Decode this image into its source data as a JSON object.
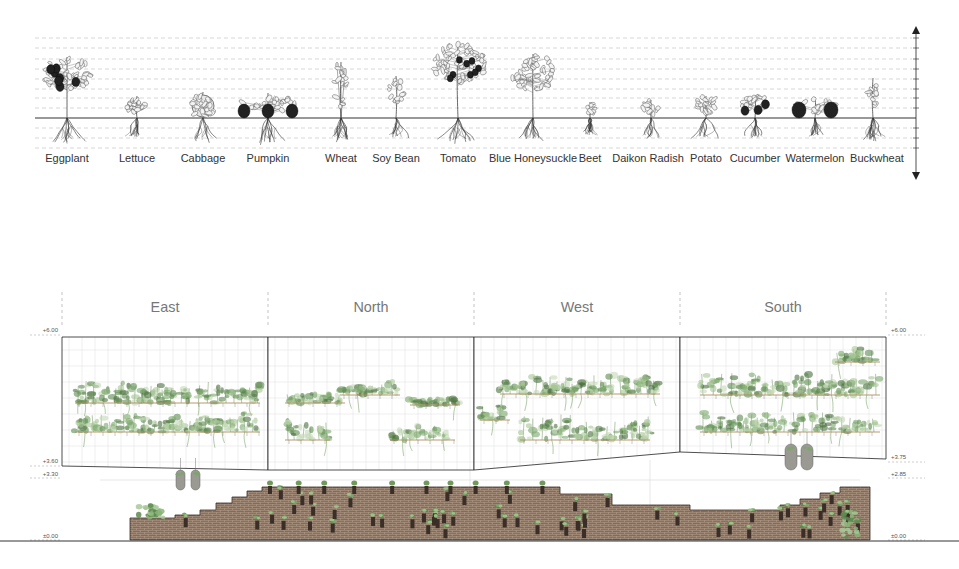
{
  "diagram": {
    "nodes": [
      {
        "text": [
          "East"
        ]
      },
      {
        "text": [
          "North"
        ]
      },
      {
        "text": [
          "West"
        ]
      },
      {
        "text": [
          "South"
        ]
      }
    ],
    "labels": [
      "Eggplant",
      "Lettuce",
      "Cabbage",
      "Pumpkin",
      "Wheat",
      "Soy Bean",
      "Tomato",
      "Blue Honeysuckle",
      "Beet",
      "Daikon Radish",
      "Potato",
      "Cucumber",
      "Watermelon",
      "Buckwheat",
      "+6.00",
      "+3.60",
      "+3.30",
      "±0.00",
      "+6.00",
      "+3.75",
      "+2.85",
      "±0.00"
    ]
  }
}
